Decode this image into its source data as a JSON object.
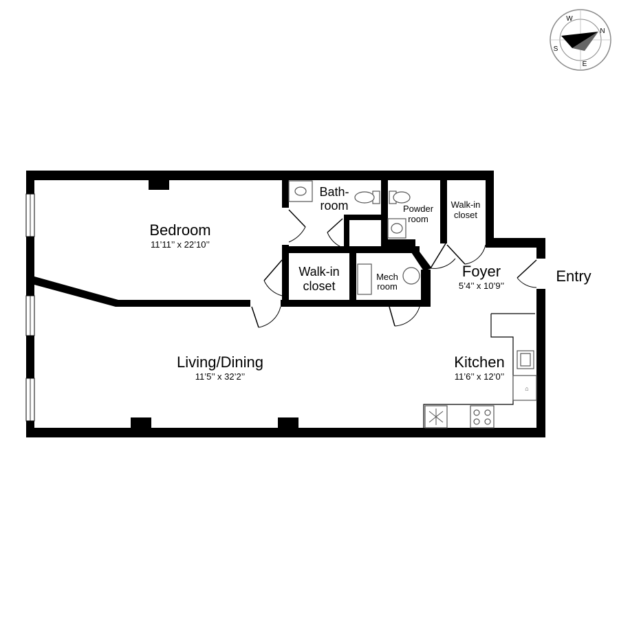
{
  "rooms": {
    "bedroom": {
      "name": "Bedroom",
      "dims": "11’11’’ x 22’10’’"
    },
    "bathroom": {
      "line1": "Bath-",
      "line2": "room"
    },
    "powder_room": {
      "line1": "Powder",
      "line2": "room"
    },
    "walkin_closet_top": {
      "line1": "Walk-in",
      "line2": "closet"
    },
    "walkin_closet_mid": {
      "line1": "Walk-in",
      "line2": "closet"
    },
    "mech_room": {
      "line1": "Mech",
      "line2": "room"
    },
    "foyer": {
      "name": "Foyer",
      "dims": "5’4’’ x 10’9’’"
    },
    "living_dining": {
      "name": "Living/Dining",
      "dims": "11’5’’ x 32’2’’"
    },
    "kitchen": {
      "name": "Kitchen",
      "dims": "11’6’’ x 12’0’’"
    }
  },
  "entry_label": "Entry",
  "compass": {
    "n": "N",
    "e": "E",
    "s": "S",
    "w": "W"
  },
  "colors": {
    "wall": "#000000",
    "background": "#ffffff",
    "fixture": "#555555"
  }
}
